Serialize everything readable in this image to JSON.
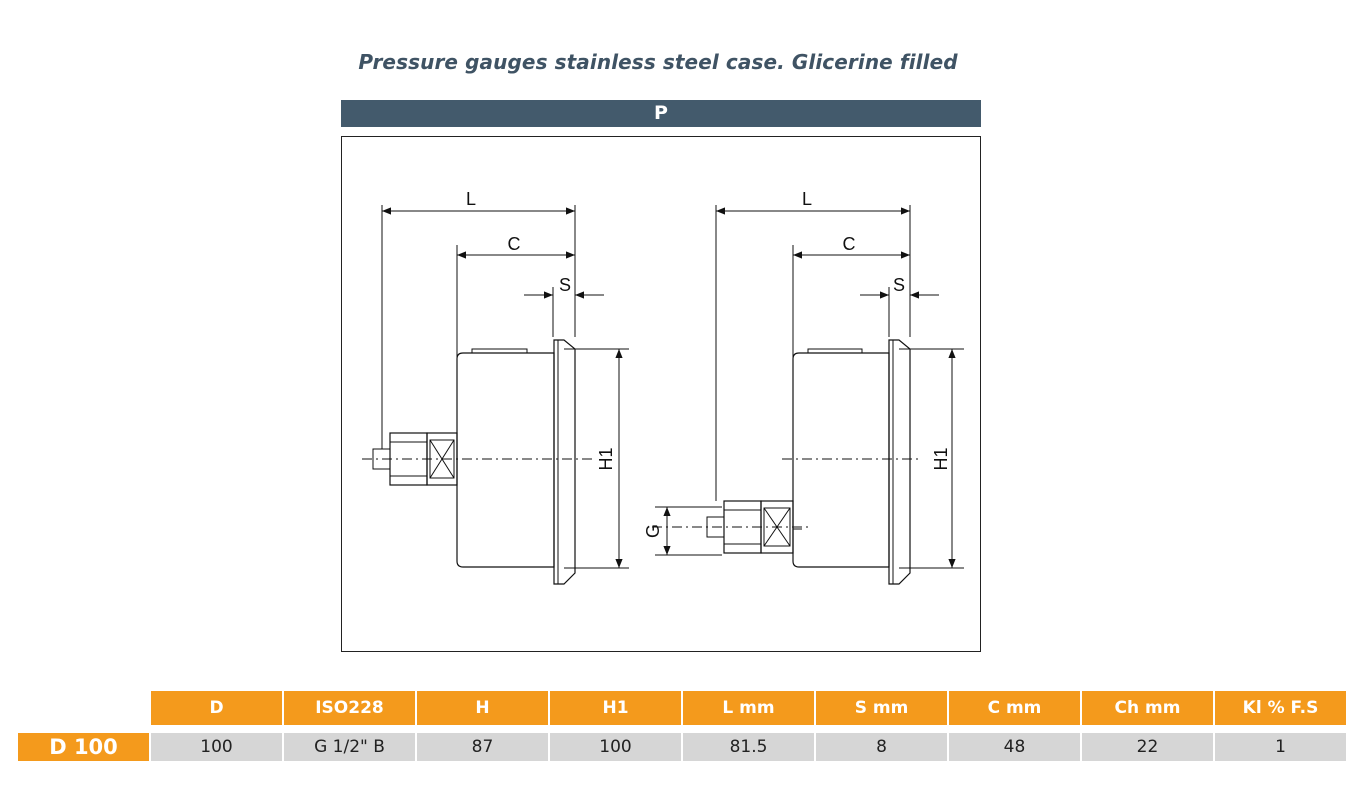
{
  "title": "Pressure gauges stainless steel case. Glicerine filled",
  "section_label": "P",
  "drawing": {
    "left_view": {
      "L": "L",
      "C": "C",
      "S": "S",
      "H1": "H1"
    },
    "right_view": {
      "L": "L",
      "C": "C",
      "S": "S",
      "H1": "H1",
      "G": "G"
    }
  },
  "table": {
    "headers": [
      "D",
      "ISO228",
      "H",
      "H1",
      "L mm",
      "S mm",
      "C mm",
      "Ch mm",
      "Kl % F.S"
    ],
    "rows": [
      {
        "label": "D 100",
        "cells": [
          "100",
          "G 1/2\" B",
          "87",
          "100",
          "81.5",
          "8",
          "48",
          "22",
          "1"
        ]
      }
    ]
  },
  "colors": {
    "title": "#3f5364",
    "section_bar": "#435a6c",
    "table_header": "#f49a1c",
    "table_cell": "#d6d6d6"
  }
}
